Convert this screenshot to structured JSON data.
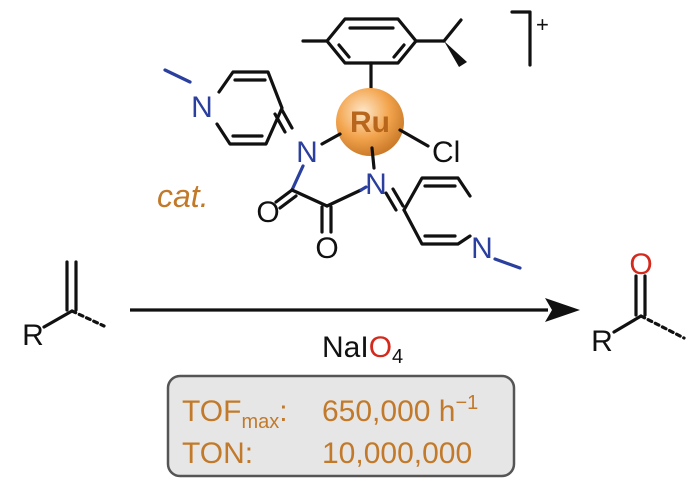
{
  "colors": {
    "bond": "#111111",
    "nitrogen": "#2a3f9e",
    "oxygen_accent": "#d42a1e",
    "catalyst_orange": "#c27a2a",
    "ru_sphere": "#f3a44d",
    "box_fill": "#e6e6e6",
    "box_border": "#555555"
  },
  "catalyst": {
    "metal": "Ru",
    "ligand_cl": "Cl",
    "n_label": "N",
    "o_label": "O",
    "charge": "+",
    "label": "cat."
  },
  "reaction": {
    "substrate_r": "R",
    "product_r": "R",
    "product_o": "O",
    "oxidant_prefix": "NaI",
    "oxidant_o": "O",
    "oxidant_sub": "4"
  },
  "metrics": {
    "tof_label": "TOF",
    "tof_sub": "max",
    "tof_colon": ":",
    "tof_value": "650,000 h",
    "tof_exp": "−1",
    "ton_label": "TON:",
    "ton_value": "10,000,000"
  }
}
